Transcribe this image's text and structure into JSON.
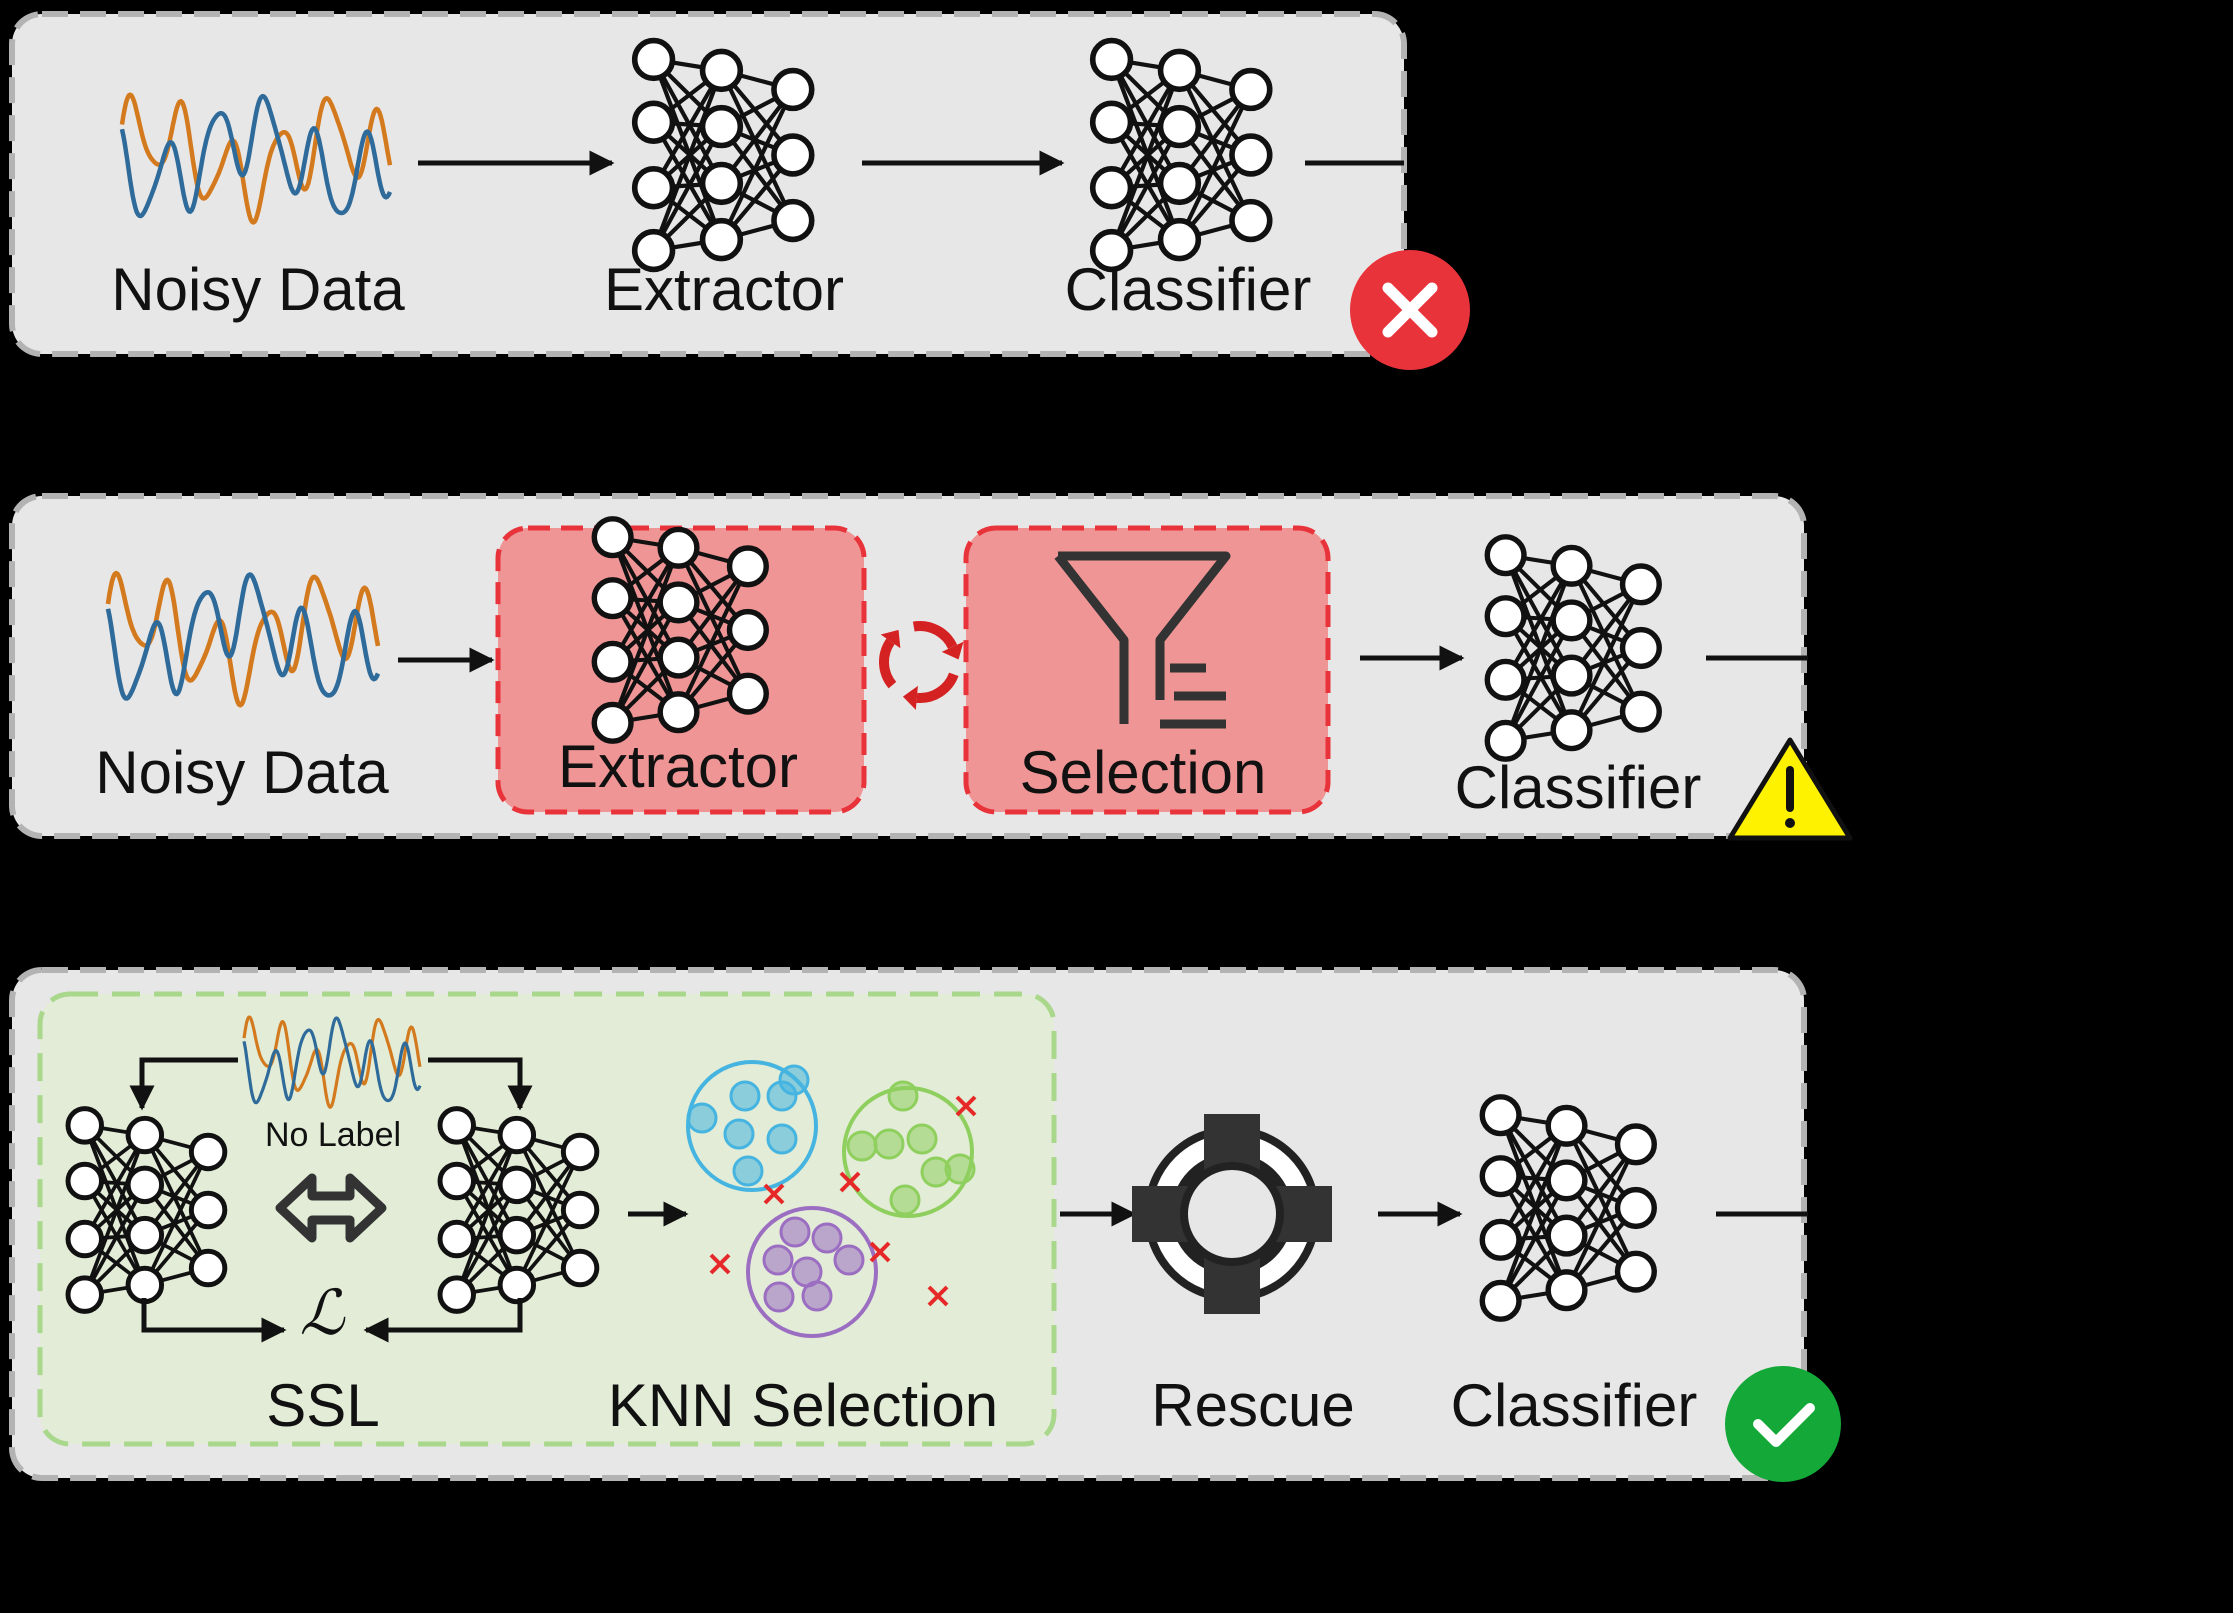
{
  "panels": {
    "top": {
      "data_label": "Noisy Data",
      "extractor_label": "Extractor",
      "classifier_label": "Classifier",
      "status": "cross"
    },
    "middle": {
      "data_label": "Noisy Data",
      "extractor_label": "Extractor",
      "selection_label": "Selection",
      "classifier_label": "Classifier",
      "status": "warning"
    },
    "bottom": {
      "no_label_text": "No Label",
      "loss_symbol": "ℒ",
      "ssl_label": "SSL",
      "knn_label": "KNN Selection",
      "rescue_label": "Rescue",
      "classifier_label": "Classifier",
      "status": "check"
    }
  },
  "colors": {
    "panel_fill": "#e8e7e7",
    "panel_border": "#b3b3b3",
    "highlight_fill": "#ef9595",
    "highlight_border": "#e8333a",
    "ssl_fill": "#e2ecd6",
    "ssl_border": "#a9d88c",
    "wave_blue": "#2f6b9a",
    "wave_orange": "#d47a1e",
    "cross_red": "#e8333a",
    "warning_yellow": "#fff200",
    "check_green": "#13a838",
    "cluster_blue": "#45b4e0",
    "cluster_green": "#8fcf5e",
    "cluster_purple": "#9b6ec2"
  },
  "icons": [
    "signal-waveform-icon",
    "neural-network-icon",
    "filter-funnel-icon",
    "cycle-arrows-icon",
    "bidirectional-arrow-icon",
    "lifebuoy-icon",
    "error-cross-icon",
    "warning-triangle-icon",
    "success-check-icon"
  ]
}
